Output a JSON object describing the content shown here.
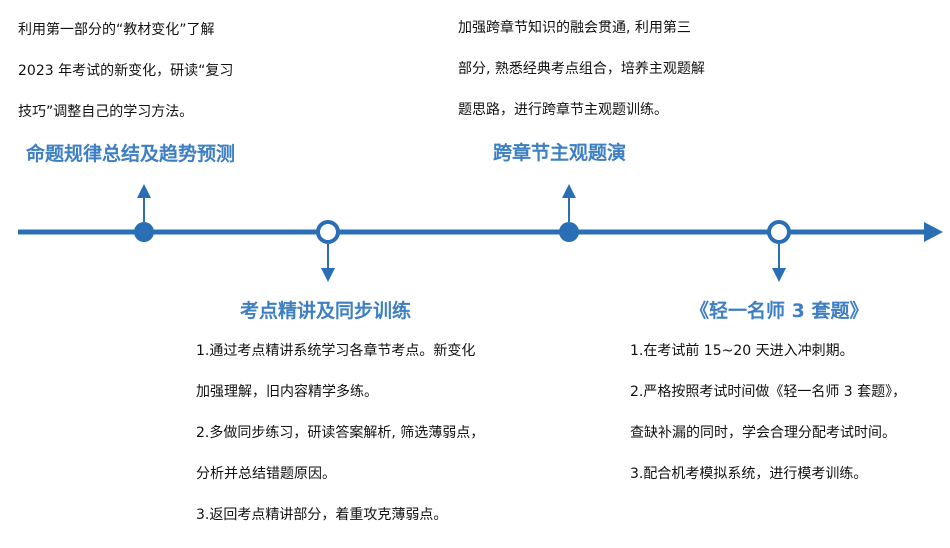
{
  "colors": {
    "accent": "#2a6fb5",
    "title": "#3d7fc2",
    "text": "#111111"
  },
  "stages": [
    {
      "title": "命题规律总结及趋势预测",
      "lines": [
        "利用第一部分的“教材变化”了解",
        "2023 年考试的新变化，研读“复习",
        "技巧”调整自己的学习方法。"
      ]
    },
    {
      "title": "考点精讲及同步训练",
      "lines": [
        "1.通过考点精讲系统学习各章节考点。新变化",
        "加强理解，旧内容精学多练。",
        "2.多做同步练习，研读答案解析, 筛选薄弱点，",
        "分析并总结错题原因。",
        "3.返回考点精讲部分，着重攻克薄弱点。"
      ]
    },
    {
      "title": "跨章节主观题演",
      "lines": [
        "加强跨章节知识的融会贯通, 利用第三",
        "部分, 熟悉经典考点组合，培养主观题解",
        "题思路，进行跨章节主观题训练。"
      ]
    },
    {
      "title": "《轻一名师 3 套题》",
      "lines": [
        "1.在考试前 15~20 天进入冲刺期。",
        "2.严格按照考试时间做《轻一名师 3 套题》，",
        "查缺补漏的同时，学会合理分配考试时间。",
        "3.配合机考模拟系统，进行模考训练。"
      ]
    }
  ]
}
